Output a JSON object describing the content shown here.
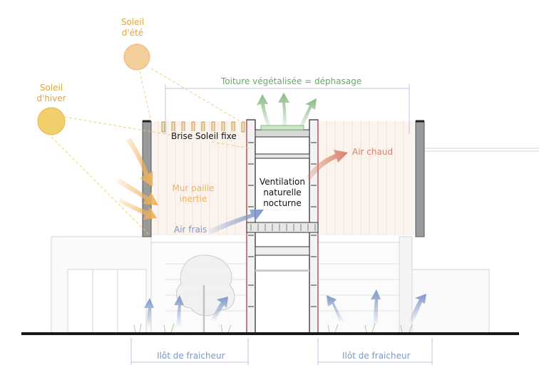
{
  "colors": {
    "sun_summer": "#f3cf9a",
    "sun_winter": "#f1cf6a",
    "sun_text": "#e4a53a",
    "green": "#6aa86a",
    "orange": "#f0b25a",
    "red": "#d9806a",
    "blue": "#7e97c6",
    "ground": "#1a1a1a"
  },
  "labels": {
    "sun_summer": [
      "Soleil",
      "d'été"
    ],
    "sun_winter": [
      "Soleil",
      "d'hiver"
    ],
    "green_roof": "Toiture végétalisée = déphasage",
    "brise_soleil": "Brise Soleil fixe",
    "straw_wall": [
      "Mur paille",
      "inertie"
    ],
    "hot_air": "Air chaud",
    "ventilation": [
      "Ventilation",
      "naturelle",
      "nocturne"
    ],
    "cool_air": "Air frais",
    "cool_island_left": "Ilôt de fraicheur",
    "cool_island_right": "Ilôt de fraicheur"
  }
}
